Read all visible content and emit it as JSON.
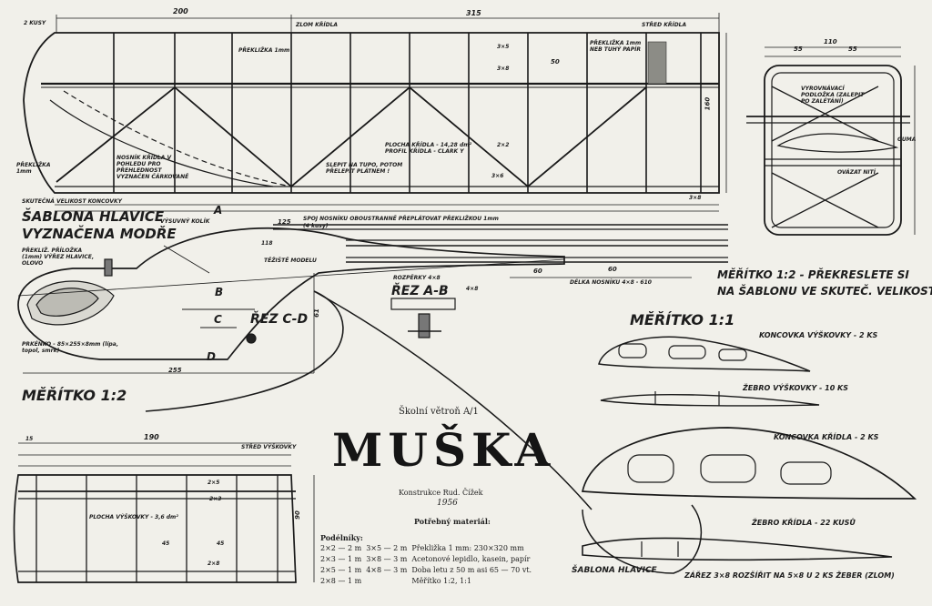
{
  "wing": {
    "two_pcs": "2 KUSY",
    "dim_200": "200",
    "dim_315": "315",
    "zlom": "ZLOM KŘÍDLA",
    "stred": "STŘED KŘÍDLA",
    "preklizka": "PŘEKLIŽKA 1mm",
    "d35": "3×5",
    "d38": "3×8",
    "preklizka_papir": "PŘEKLIŽKA 1mm NEB TUHÝ PAPÍR",
    "d50": "50",
    "d160": "160",
    "preklizka_tip": "PŘEKLIŽKA 1mm",
    "nosnik_note": "NOSNÍK KŘÍDLA V POHLEDU PRO PŘEHLEDNOST VYZNAČEN ČÁRKOVANĚ",
    "plocha": "PLOCHA KŘÍDLA - 14,28 dm² PROFIL KŘÍDLA - CLARK Y",
    "d22": "2×2",
    "slepit": "SLEPIT NA TUPO, POTOM PŘELEPIT PLÁTNEM !",
    "d36": "3×6",
    "d38b": "3×8",
    "skutecna": "SKUTEČNÁ VELIKOST KONCOVKY",
    "d125": "125",
    "spoj": "SPOJ NOSNÍKU OBOUSTRANNĚ PŘEPLÁTOVAT PŘEKLIŽKOU 1mm",
    "four_pcs": "(4 kusy)"
  },
  "fuselage": {
    "sablona_line1": "ŠABLONA HLAVICE",
    "sablona_line2": "VYZNAČENA MODŘE",
    "prilozka": "PŘEKLIŽ. PŘÍLOŽKA (1mm) VÝŘEZ HLAVICE, OLOVO",
    "kolik": "VÝSUVNÝ KOLÍK",
    "d118": "118",
    "teziste": "TĚŽIŠTĚ MODELU",
    "mark_a": "A",
    "mark_b": "B",
    "mark_c": "C",
    "mark_d": "D",
    "rez_cd": "ŘEZ C-D",
    "rez_ab": "ŘEZ A-B",
    "rozperky": "ROZPĚRKY 4×8",
    "d48": "4×8",
    "d60a": "60",
    "d60b": "60",
    "delka_nosniku": "DÉLKA NOSNÍKU 4×8 - 610",
    "prkenko": "PRKÉNKO - 85×255×8mm (lípa, topol, smrk)",
    "d255": "255",
    "d61": "61",
    "scale": "MĚŘÍTKO 1:2"
  },
  "tip": {
    "d110": "110",
    "d55a": "55",
    "d55b": "55",
    "vyrovnavaci": "VYROVNÁVACÍ PODLOŽKA (ZALEPIT PO ZALÉTÁNÍ)",
    "ovazat": "OVÁZAT NITÍ",
    "guma": "GUMA",
    "note_line1": "MĚŘÍTKO 1:2 - PŘEKRESLETE SI",
    "note_line2": "NA ŠABLONU VE SKUTEČ. VELIKOSTI"
  },
  "templates": {
    "scale": "MĚŘÍTKO 1:1",
    "koncovka_vyskovky": "KONCOVKA VÝŠKOVKY - 2 KS",
    "zebro_vyskovky": "ŽEBRO VÝŠKOVKY - 10 KS",
    "koncovka_kridla": "KONCOVKA KŘÍDLA - 2 KS",
    "zebro_kridla": "ŽEBRO KŘÍDLA - 22 KUSŮ",
    "sablona_hlavice": "ŠABLONA HLAVICE",
    "zarez": "ZÁŘEZ 3×8 ROZŠÍŘIT NA 5×8 U 2 KS ŽEBER (ZLOM)"
  },
  "title_block": {
    "subtitle": "Školní větroň A/1",
    "title": "MUŠKA",
    "konstrukce": "Konstrukce Rud. Čížek",
    "year": "1956",
    "material_heading": "Potřebný materiál:",
    "podelniky_heading": "Podélníky:",
    "rows": [
      [
        "2×2 — 2 m",
        "3×5 — 2 m",
        "Překližka 1 mm: 230×320 mm"
      ],
      [
        "2×3 — 1 m",
        "3×8 — 3 m",
        "Acetonové lepidlo, kasein, papír"
      ],
      [
        "2×5 — 1 m",
        "4×8 — 3 m",
        "Doba letu z 50 m asi 65 — 70 vt."
      ],
      [
        "2×8 — 1 m",
        "",
        "Měřítko 1:2, 1:1"
      ]
    ]
  },
  "stab": {
    "d190": "190",
    "d15": "15",
    "stred": "STŘED VÝŠKOVKY",
    "d25": "2×5",
    "d23": "2×3",
    "plocha": "PLOCHA VÝŠKOVKY - 3,6 dm²",
    "d45a": "45",
    "d45b": "45",
    "d28": "2×8",
    "d90": "90"
  }
}
